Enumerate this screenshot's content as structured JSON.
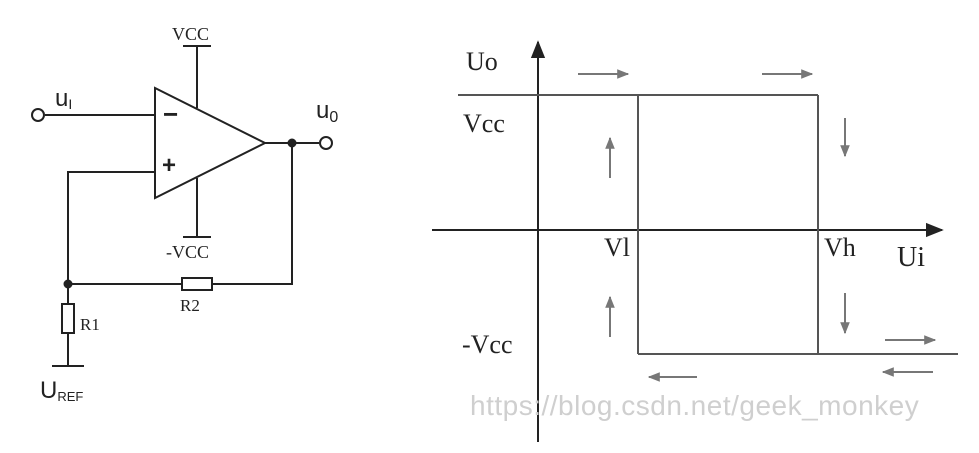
{
  "circuit": {
    "vcc_top": "VCC",
    "vcc_bottom": "-VCC",
    "input_label_main": "u",
    "input_label_sub": "I",
    "output_label_main": "u",
    "output_label_sub": "0",
    "minus_sign": "−",
    "plus_sign": "+",
    "r1": "R1",
    "r2": "R2",
    "uref_main": "U",
    "uref_sub": "REF"
  },
  "graph": {
    "y_axis_label": "Uo",
    "x_axis_label": "Ui",
    "vcc_label": "Vcc",
    "neg_vcc_label": "-Vcc",
    "vl_label": "Vl",
    "vh_label": "Vh"
  },
  "watermark": "https://blog.csdn.net/geek_monkey"
}
